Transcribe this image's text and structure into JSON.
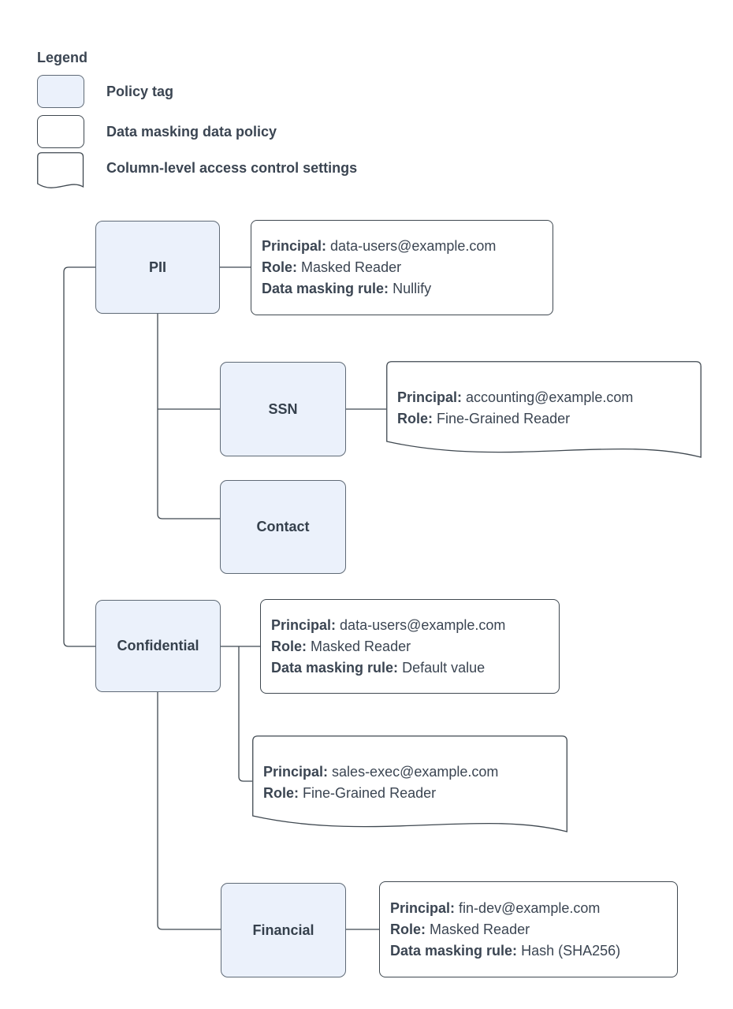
{
  "legend": {
    "title": "Legend",
    "items": [
      {
        "label": "Policy tag",
        "swatch": "policy-tag"
      },
      {
        "label": "Data masking data policy",
        "swatch": "data-masking-policy"
      },
      {
        "label": "Column-level access control settings",
        "swatch": "column-access-doc"
      }
    ]
  },
  "nodes": {
    "pii": "PII",
    "ssn": "SSN",
    "contact": "Contact",
    "confidential": "Confidential",
    "financial": "Financial"
  },
  "policies": {
    "pii_masking": {
      "lines": [
        {
          "label": "Principal:",
          "value": "data-users@example.com"
        },
        {
          "label": "Role:",
          "value": "Masked Reader"
        },
        {
          "label": "Data masking rule:",
          "value": "Nullify"
        }
      ]
    },
    "ssn_access": {
      "lines": [
        {
          "label": "Principal:",
          "value": "accounting@example.com"
        },
        {
          "label": "Role:",
          "value": "Fine-Grained Reader"
        }
      ]
    },
    "confidential_masking": {
      "lines": [
        {
          "label": "Principal:",
          "value": "data-users@example.com"
        },
        {
          "label": "Role:",
          "value": "Masked Reader"
        },
        {
          "label": "Data masking rule:",
          "value": "Default value"
        }
      ]
    },
    "confidential_access": {
      "lines": [
        {
          "label": "Principal:",
          "value": "sales-exec@example.com"
        },
        {
          "label": "Role:",
          "value": "Fine-Grained Reader"
        }
      ]
    },
    "financial_masking": {
      "lines": [
        {
          "label": "Principal:",
          "value": "fin-dev@example.com"
        },
        {
          "label": "Role:",
          "value": "Masked Reader"
        },
        {
          "label": "Data masking rule:",
          "value": "Hash (SHA256)"
        }
      ]
    }
  },
  "colors": {
    "background": "#FFFFFF",
    "policy_tag_fill": "#EBF1FB",
    "policy_tag_border": "#5F6A76",
    "box_border": "#3F4850",
    "connector": "#3F4850",
    "text": "#3B4552"
  }
}
